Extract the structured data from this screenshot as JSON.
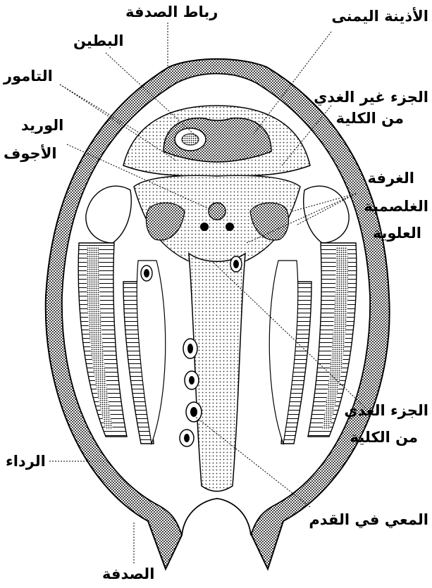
{
  "diagram": {
    "labels": {
      "shell_ligament": "رباط الصدفة",
      "right_auricle": "الأذينة اليمنى",
      "ventricle": "البطين",
      "pericardium": "التامور",
      "kidney_nonglandular_1": "الجزء غير الغدي",
      "kidney_nonglandular_2": "من الكلية",
      "vena_cava_1": "الوريد",
      "vena_cava_2": "الأجوف",
      "suprabranchial_1": "الغرفة",
      "suprabranchial_2": "الغلصمية",
      "suprabranchial_3": "العلوية",
      "kidney_glandular_1": "الجزء الغدي",
      "kidney_glandular_2": "من الكلية",
      "mantle": "الرداء",
      "intestine_foot": "المعي في القدم",
      "shell": "الصدفة"
    },
    "colors": {
      "ink": "#000000",
      "paper": "#ffffff",
      "shade_light": "#e6e6e6",
      "shade_mid": "#c9c9c9",
      "shade_dark": "#9a9a9a"
    }
  }
}
